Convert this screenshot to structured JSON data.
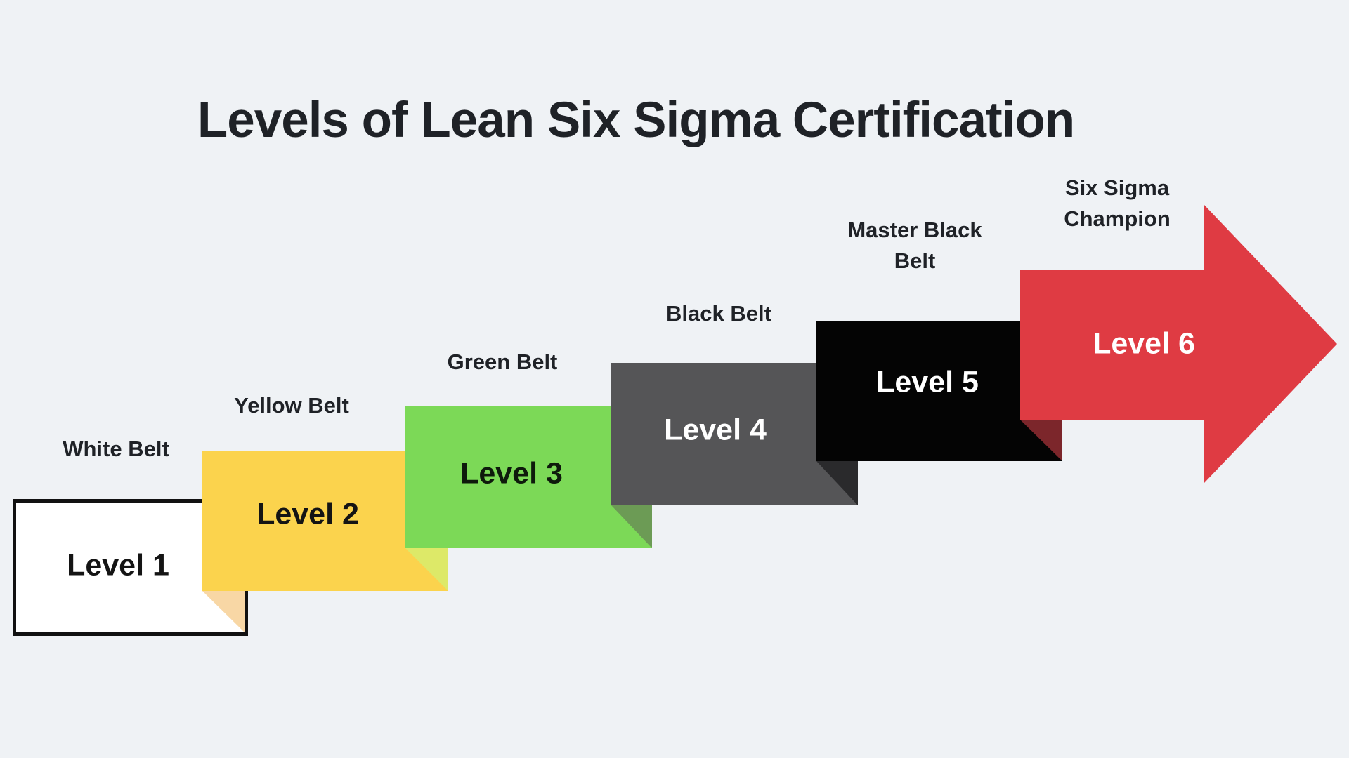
{
  "title": "Levels of Lean Six Sigma Certification",
  "colors": {
    "background": "#EFF2F5",
    "heading_text": "#1F2227",
    "light_text": "#FFFFFF",
    "level1_border": "#111111"
  },
  "levels": [
    {
      "number": 1,
      "belt": "White Belt",
      "label": "Level 1",
      "fill": "#FFFFFF",
      "text_color": "#141414"
    },
    {
      "number": 2,
      "belt": "Yellow Belt",
      "label": "Level 2",
      "fill": "#FBD34D",
      "text_color": "#141414",
      "shadow_color": "#F8D7A5"
    },
    {
      "number": 3,
      "belt": "Green Belt",
      "label": "Level 3",
      "fill": "#7CD957",
      "text_color": "#0E1A0C",
      "shadow_color": "#DDE968"
    },
    {
      "number": 4,
      "belt": "Black Belt",
      "label": "Level 4",
      "fill": "#555557",
      "text_color": "#FFFFFF",
      "shadow_color": "#6C9B55"
    },
    {
      "number": 5,
      "belt": "Master Black Belt",
      "label": "Level 5",
      "fill": "#040404",
      "text_color": "#FFFFFF",
      "shadow_color": "#2A2A2C"
    },
    {
      "number": 6,
      "belt": "Six Sigma Champion",
      "label": "Level 6",
      "fill": "#DF3B43",
      "text_color": "#FFFFFF",
      "shadow_color": "#7C262B",
      "shape": "arrow"
    }
  ]
}
